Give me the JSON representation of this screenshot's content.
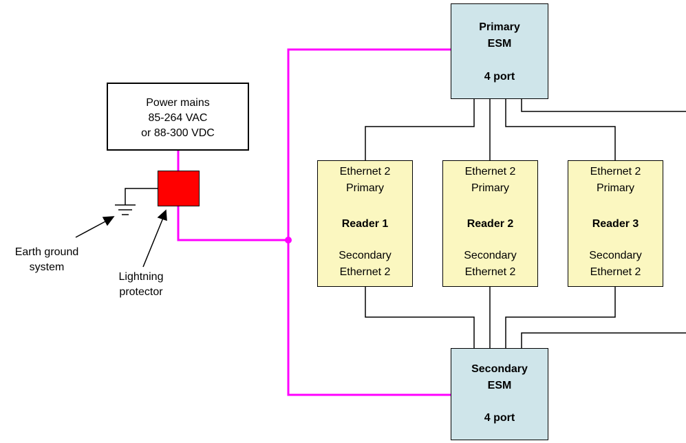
{
  "primary_esm": {
    "line1": "Primary",
    "line2": "ESM",
    "line3": "4 port"
  },
  "secondary_esm": {
    "line1": "Secondary",
    "line2": "ESM",
    "line3": "4 port"
  },
  "power": {
    "line1": "Power mains",
    "line2": "85-264 VAC",
    "line3": "or 88-300 VDC"
  },
  "readers": [
    {
      "top1": "Ethernet 2",
      "top2": "Primary",
      "name": "Reader 1",
      "bot1": "Secondary",
      "bot2": "Ethernet 2"
    },
    {
      "top1": "Ethernet 2",
      "top2": "Primary",
      "name": "Reader 2",
      "bot1": "Secondary",
      "bot2": "Ethernet 2"
    },
    {
      "top1": "Ethernet 2",
      "top2": "Primary",
      "name": "Reader 3",
      "bot1": "Secondary",
      "bot2": "Ethernet 2"
    }
  ],
  "labels": {
    "earth1": "Earth ground",
    "earth2": "system",
    "light1": "Lightning",
    "light2": "protector"
  },
  "colors": {
    "power_wire": "#ff00ff",
    "esm_fill": "#cfe5ea",
    "reader_fill": "#fbf7c0",
    "protector_fill": "#ff0000"
  }
}
